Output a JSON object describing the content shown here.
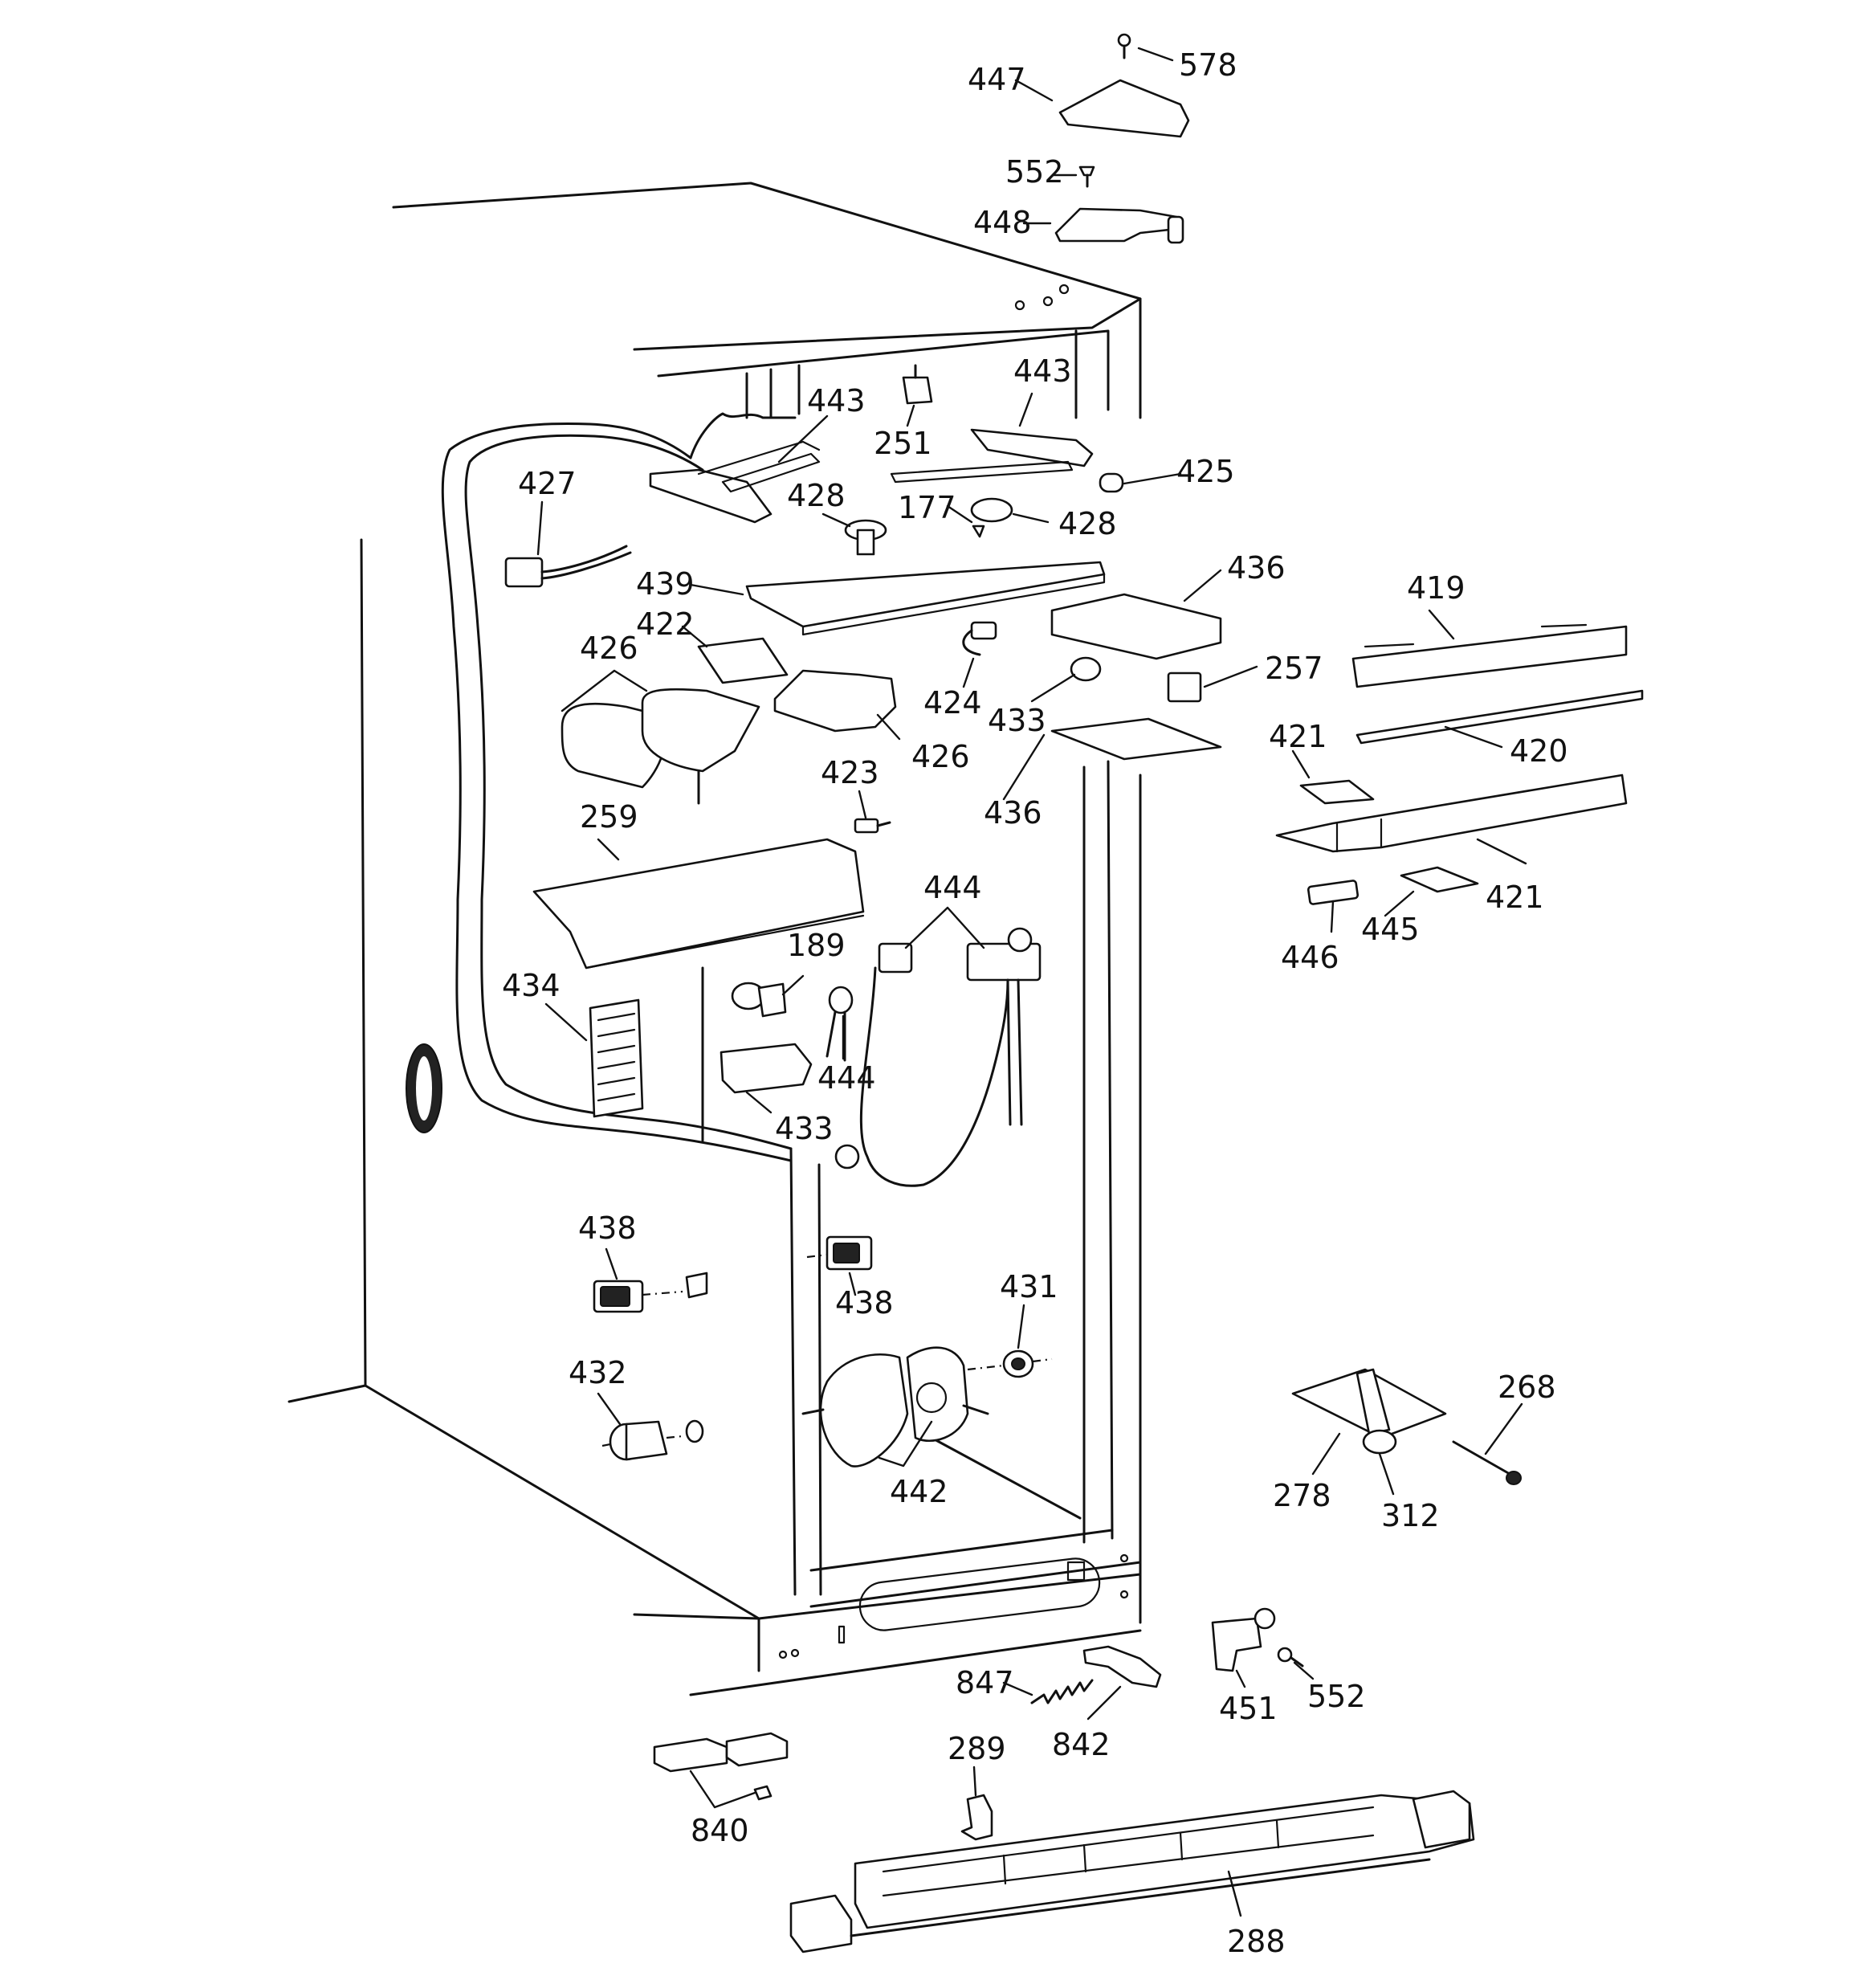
{
  "labels": {
    "578": "578",
    "447": "447",
    "552_top": "552",
    "448": "448",
    "443_left": "443",
    "443_right": "443",
    "251": "251",
    "425": "425",
    "427": "427",
    "428_left": "428",
    "177": "177",
    "428_right": "428",
    "439": "439",
    "436_top": "436",
    "422": "422",
    "419": "419",
    "426_left": "426",
    "424": "424",
    "433_top": "433",
    "257": "257",
    "426_right": "426",
    "421_top": "421",
    "420": "420",
    "436_bottom": "436",
    "423": "423",
    "259": "259",
    "421_bottom": "421",
    "446": "446",
    "445": "445",
    "444_top": "444",
    "189": "189",
    "434": "434",
    "444_mid": "444",
    "433_bottom": "433",
    "438_left": "438",
    "438_mid": "438",
    "431": "431",
    "432": "432",
    "442": "442",
    "268": "268",
    "278": "278",
    "312": "312",
    "847": "847",
    "842": "842",
    "451": "451",
    "552_bottom": "552",
    "289": "289",
    "840": "840",
    "288": "288"
  }
}
